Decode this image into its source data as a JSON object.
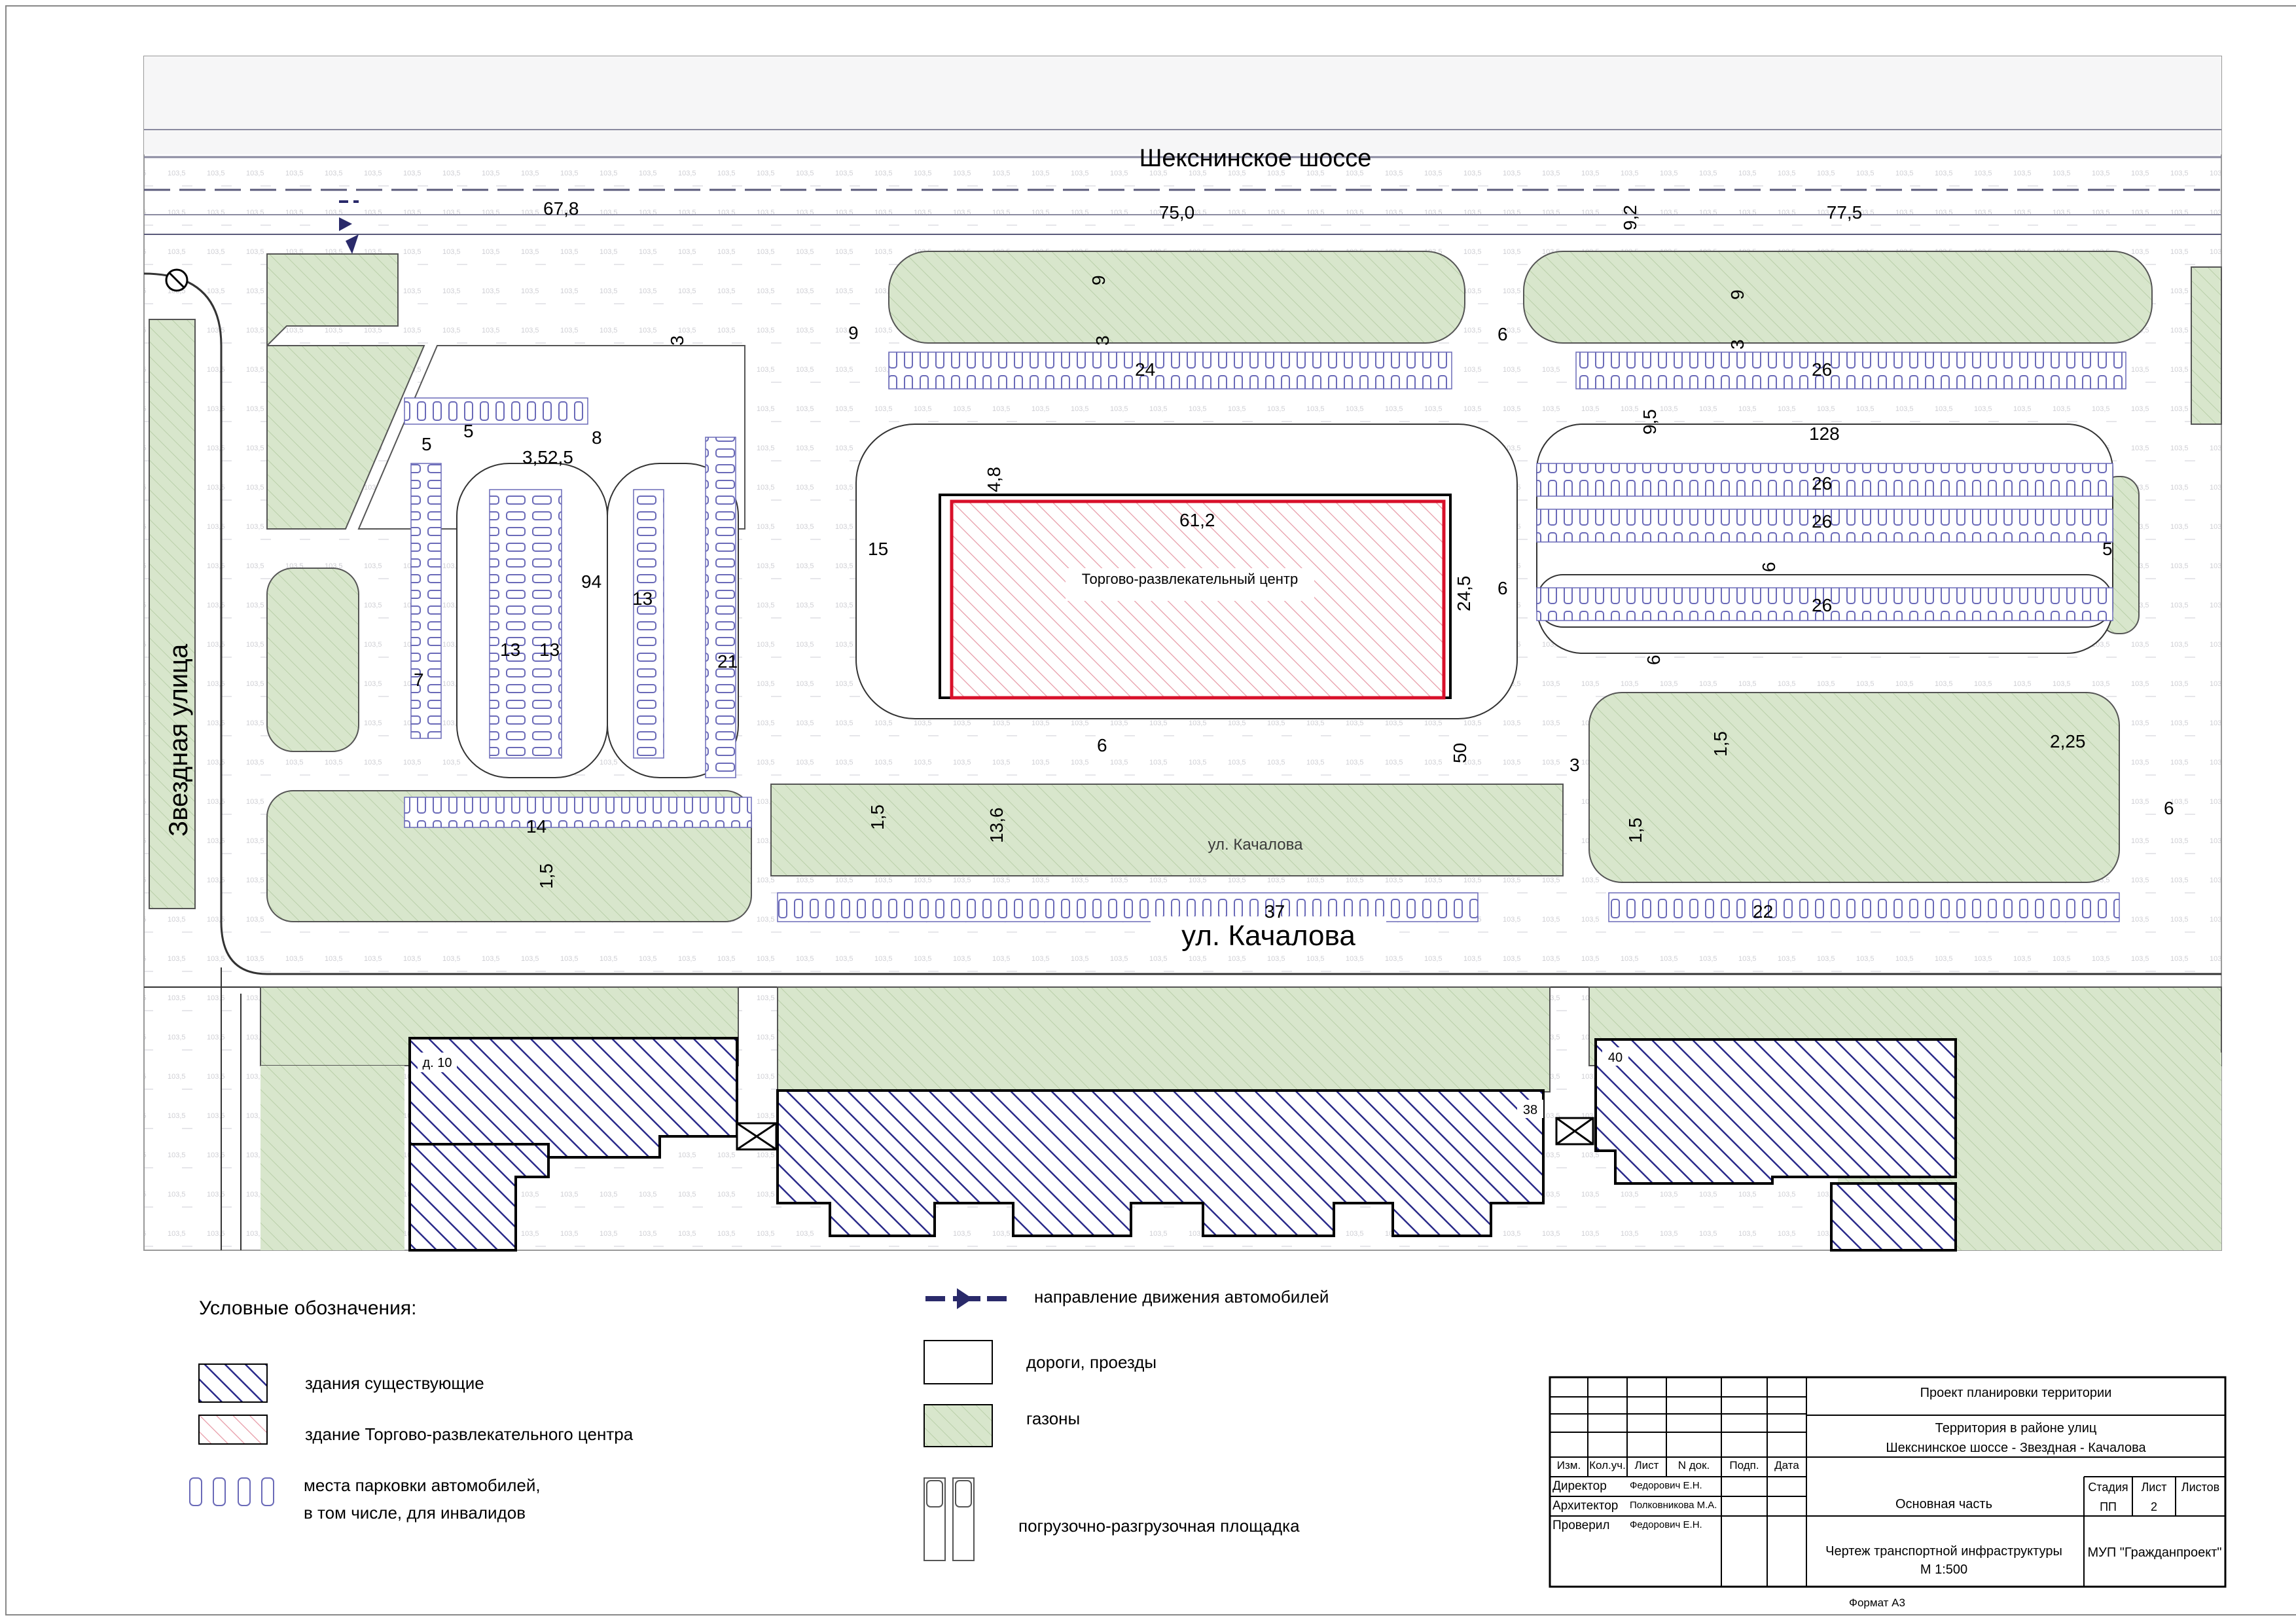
{
  "map": {
    "streets": {
      "north": "Шекснинское шоссе",
      "south": "ул. Качалова",
      "south_small": "ул. Качалова",
      "west": "Звездная улица"
    },
    "building_tc": "Торгово-развлекательный центр",
    "house_labels": [
      "д. 10",
      "38",
      "40"
    ],
    "dims": {
      "d67_8": "67,8",
      "d75": "75,0",
      "d77_5": "77,5",
      "d9_2": "9,2",
      "d9a": "9",
      "d9b": "9",
      "d9c": "9",
      "d3a": "3",
      "d3b": "3",
      "d3c": "3",
      "d3d": "3",
      "d24": "24",
      "d26a": "26",
      "d26b": "26",
      "d26c": "26",
      "d26d": "26",
      "d9_5": "9,5",
      "d128": "128",
      "d4_8": "4,8",
      "d61_2": "61,2",
      "d24_5": "24,5",
      "d15": "15",
      "d94": "94",
      "d13a": "13",
      "d13b": "13",
      "d13c": "13",
      "d21": "21",
      "d7": "7",
      "d14": "14",
      "d1_5a": "1,5",
      "d1_5b": "1,5",
      "d1_5c": "1,5",
      "d1_5d": "1,5",
      "d13_6": "13,6",
      "d6a": "6",
      "d6b": "6",
      "d6c": "6",
      "d6d": "6",
      "d6e": "6",
      "d6f": "6",
      "d50": "50",
      "d2_25": "2,25",
      "d37": "37",
      "d22": "22",
      "d5a": "5",
      "d5b": "5",
      "d5c": "5",
      "d3_5": "3,52,5",
      "d8": "8"
    },
    "colors": {
      "lawn": "#d8e6cc",
      "existing_building": "#2a2a8a",
      "tc_outline": "#d8102a",
      "direction_arrow": "#2a2a6a"
    }
  },
  "legend": {
    "title": "Условные обозначения:",
    "existing": "здания существующие",
    "tc": "здание Торгово-развлекательного центра",
    "parking_1": "места парковки автомобилей,",
    "parking_2": "в том числе, для инвалидов",
    "direction": "направление движения автомобилей",
    "roads": "дороги, проезды",
    "lawns": "газоны",
    "loading": "погрузочно-разгрузочная площадка"
  },
  "stamp": {
    "project": "Проект планировки территории",
    "territory_1": "Территория в районе улиц",
    "territory_2": "Шекснинское шоссе - Звездная - Качалова",
    "headers": [
      "Изм.",
      "Кол.уч.",
      "Лист",
      "N док.",
      "Подп.",
      "Дата"
    ],
    "roles": [
      "Директор",
      "Архитектор",
      "Проверил"
    ],
    "names": [
      "Федорович Е.Н.",
      "Полковникова М.А.",
      "Федорович Е.Н."
    ],
    "section": "Основная часть",
    "drawing_1": "Чертеж транспортной инфраструктуры",
    "drawing_2": "М 1:500",
    "stage_label": "Стадия",
    "sheet_label": "Лист",
    "sheets_label": "Листов",
    "stage": "ПП",
    "sheet": "2",
    "org": "МУП \"Гражданпроект\"",
    "format": "Формат А3"
  }
}
